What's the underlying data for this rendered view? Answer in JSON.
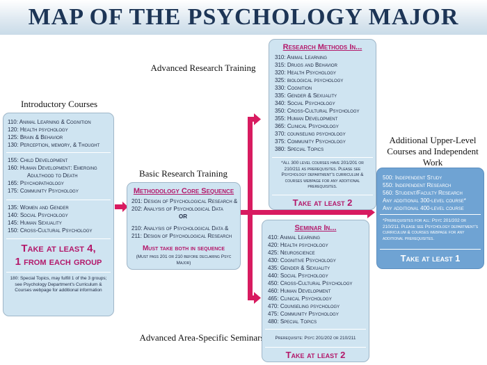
{
  "title": "MAP OF THE PSYCHOLOGY MAJOR",
  "headings": {
    "intro": "Introductory Courses",
    "basic": "Basic Research Training",
    "adv_research": "Advanced Research Training",
    "adv_seminars": "Advanced Area-Specific Seminars",
    "additional": "Additional Upper-Level Courses and Independent Work"
  },
  "intro": {
    "group1": [
      {
        "code": "110:",
        "name": "Animal Learning & Cognition"
      },
      {
        "code": "120:",
        "name": "Health psychology"
      },
      {
        "code": "125:",
        "name": " Brain & Behavior"
      },
      {
        "code": "130:",
        "name": "Perception, memory, & Thought"
      }
    ],
    "group2": [
      {
        "code": "155:",
        "name": "Child Development"
      },
      {
        "code": "160:",
        "name": "Human Development: Emerging"
      },
      {
        "code": "",
        "name": "Adulthood to Death"
      },
      {
        "code": "165:",
        "name": "Psychopathology"
      },
      {
        "code": "175:",
        "name": "Community Psychology"
      }
    ],
    "group3": [
      {
        "code": "135:",
        "name": "Women and Gender"
      },
      {
        "code": "140:",
        "name": "Social Psychology"
      },
      {
        "code": "145:",
        "name": "Human Sexuality"
      },
      {
        "code": "150:",
        "name": "Cross-Cultural Psychology"
      }
    ],
    "take_line1": "Take at least 4,",
    "take_line2": "1 from each group",
    "note": "180: Special Topics, may fulfill 1 of the 3 groups; see Psychology Department's Curriculum & Courses webpage for additional information"
  },
  "methods": {
    "label": "Methodology Core Sequence",
    "items": [
      "201: Design of Psychological Research &",
      "202: Analysis of Psychological Data",
      "OR",
      "210: Analysis of Psychological Data &",
      "211: Design of Psychological Research"
    ],
    "must": "Must take both in sequence",
    "note": "(Must pass 201 or 210 before declaring Psyc Major)"
  },
  "research": {
    "label": "Research Methods In...",
    "items": [
      {
        "code": "310:",
        "name": "Animal Learning"
      },
      {
        "code": "315:",
        "name": "Drugs and Behavior"
      },
      {
        "code": "320:",
        "name": "Health Psychology"
      },
      {
        "code": "325:",
        "name": "biological psychology"
      },
      {
        "code": "330:",
        "name": "Cognition"
      },
      {
        "code": "335:",
        "name": "Gender & Sexuality"
      },
      {
        "code": "340:",
        "name": "Social Psychology"
      },
      {
        "code": "350:",
        "name": "Cross-Cultural Psychology"
      },
      {
        "code": "355:",
        "name": "Human Development"
      },
      {
        "code": "365:",
        "name": "Clinical Psychology"
      },
      {
        "code": "370:",
        "name": "counseling psychology"
      },
      {
        "code": "375:",
        "name": "Community Psychology"
      },
      {
        "code": "380:",
        "name": "Special Topics"
      }
    ],
    "note": "*All 300 level courses have 201/201 or 210/211 as prerequisites. Please see Psychology department's curriculum & courses webpage for any additional prerequisites.",
    "take": "Take at least 2"
  },
  "seminar": {
    "label": "Seminar In...",
    "items": [
      {
        "code": "410:",
        "name": "Animal Learning"
      },
      {
        "code": "420:",
        "name": "Health psychology"
      },
      {
        "code": "425:",
        "name": "Neuroscience"
      },
      {
        "code": "430:",
        "name": "Cognitive Psychology"
      },
      {
        "code": "435:",
        "name": "Gender & Sexuality"
      },
      {
        "code": "440:",
        "name": "Social Psychology"
      },
      {
        "code": "450:",
        "name": "Cross-Cultural Psychology"
      },
      {
        "code": "460:",
        "name": "Human Development"
      },
      {
        "code": "465:",
        "name": "Clinical Psychology"
      },
      {
        "code": "470:",
        "name": "Counseling psychology"
      },
      {
        "code": "475:",
        "name": "Community Psychology"
      },
      {
        "code": "480:",
        "name": "Special Topics"
      }
    ],
    "prereq": "Prerequisite: Psyc 201/202 or 210/211",
    "take": "Take at least 2"
  },
  "upper": {
    "items": [
      {
        "code": "500:",
        "name": "Independent Study"
      },
      {
        "code": "550:",
        "name": "Independent Research"
      },
      {
        "code": "560:",
        "name": "Student/Faculty Research"
      },
      {
        "code": "",
        "name": "Any additional 300-level course*"
      },
      {
        "code": "",
        "name": "Any additional 400-level course"
      }
    ],
    "note": "*Prerequisites for all: Psyc 201/202 or 210/211. Please see Psychology department's curriculum & courses webpage for any additional prerequisites.",
    "take": "Take at least 1"
  },
  "colors": {
    "title": "#1d3556",
    "accent": "#b3186a",
    "light_box": "#cfe4f1",
    "dark_box": "#6fa3d3"
  }
}
